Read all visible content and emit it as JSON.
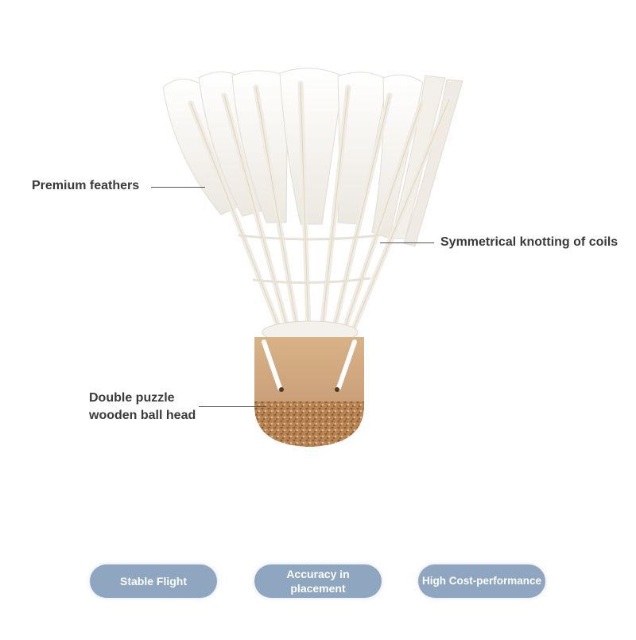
{
  "callouts": {
    "feathers": "Premium feathers",
    "coils": "Symmetrical knotting of coils",
    "head_line1": "Double puzzle",
    "head_line2": "wooden ball head"
  },
  "features": {
    "stable": "Stable Flight",
    "accuracy_line1": "Accuracy in",
    "accuracy_line2": "placement",
    "cost": "High Cost-performance"
  },
  "colors": {
    "pill": "#8ea6bf",
    "feather": "#f7f5f2",
    "cork": "#c89a6a"
  }
}
